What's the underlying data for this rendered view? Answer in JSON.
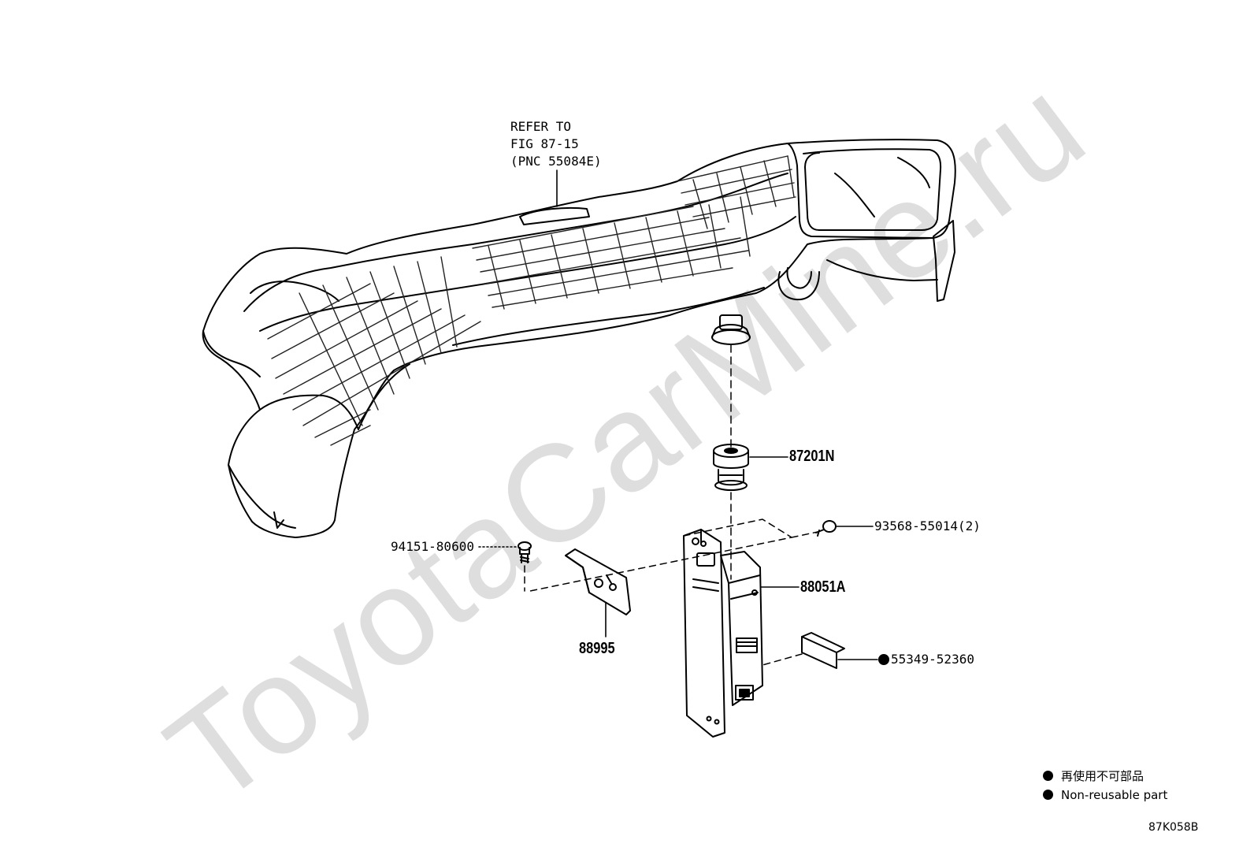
{
  "watermark": "ToyotaCarMine.ru",
  "refer_note": {
    "line1": "REFER TO",
    "line2": "FIG 87-15",
    "line3": "(PNC 55084E)"
  },
  "callouts": {
    "p87201N": "87201N",
    "p93568": "93568-55014(2)",
    "p94151": "94151-80600",
    "p88051A": "88051A",
    "p88995": "88995",
    "p55349": "55349-52360"
  },
  "legend": {
    "items": [
      {
        "symbol": "filled-dot",
        "label": "再使用不可部品"
      },
      {
        "symbol": "filled-dot",
        "label": "Non-reusable part"
      }
    ]
  },
  "figure_code": "87K058B"
}
